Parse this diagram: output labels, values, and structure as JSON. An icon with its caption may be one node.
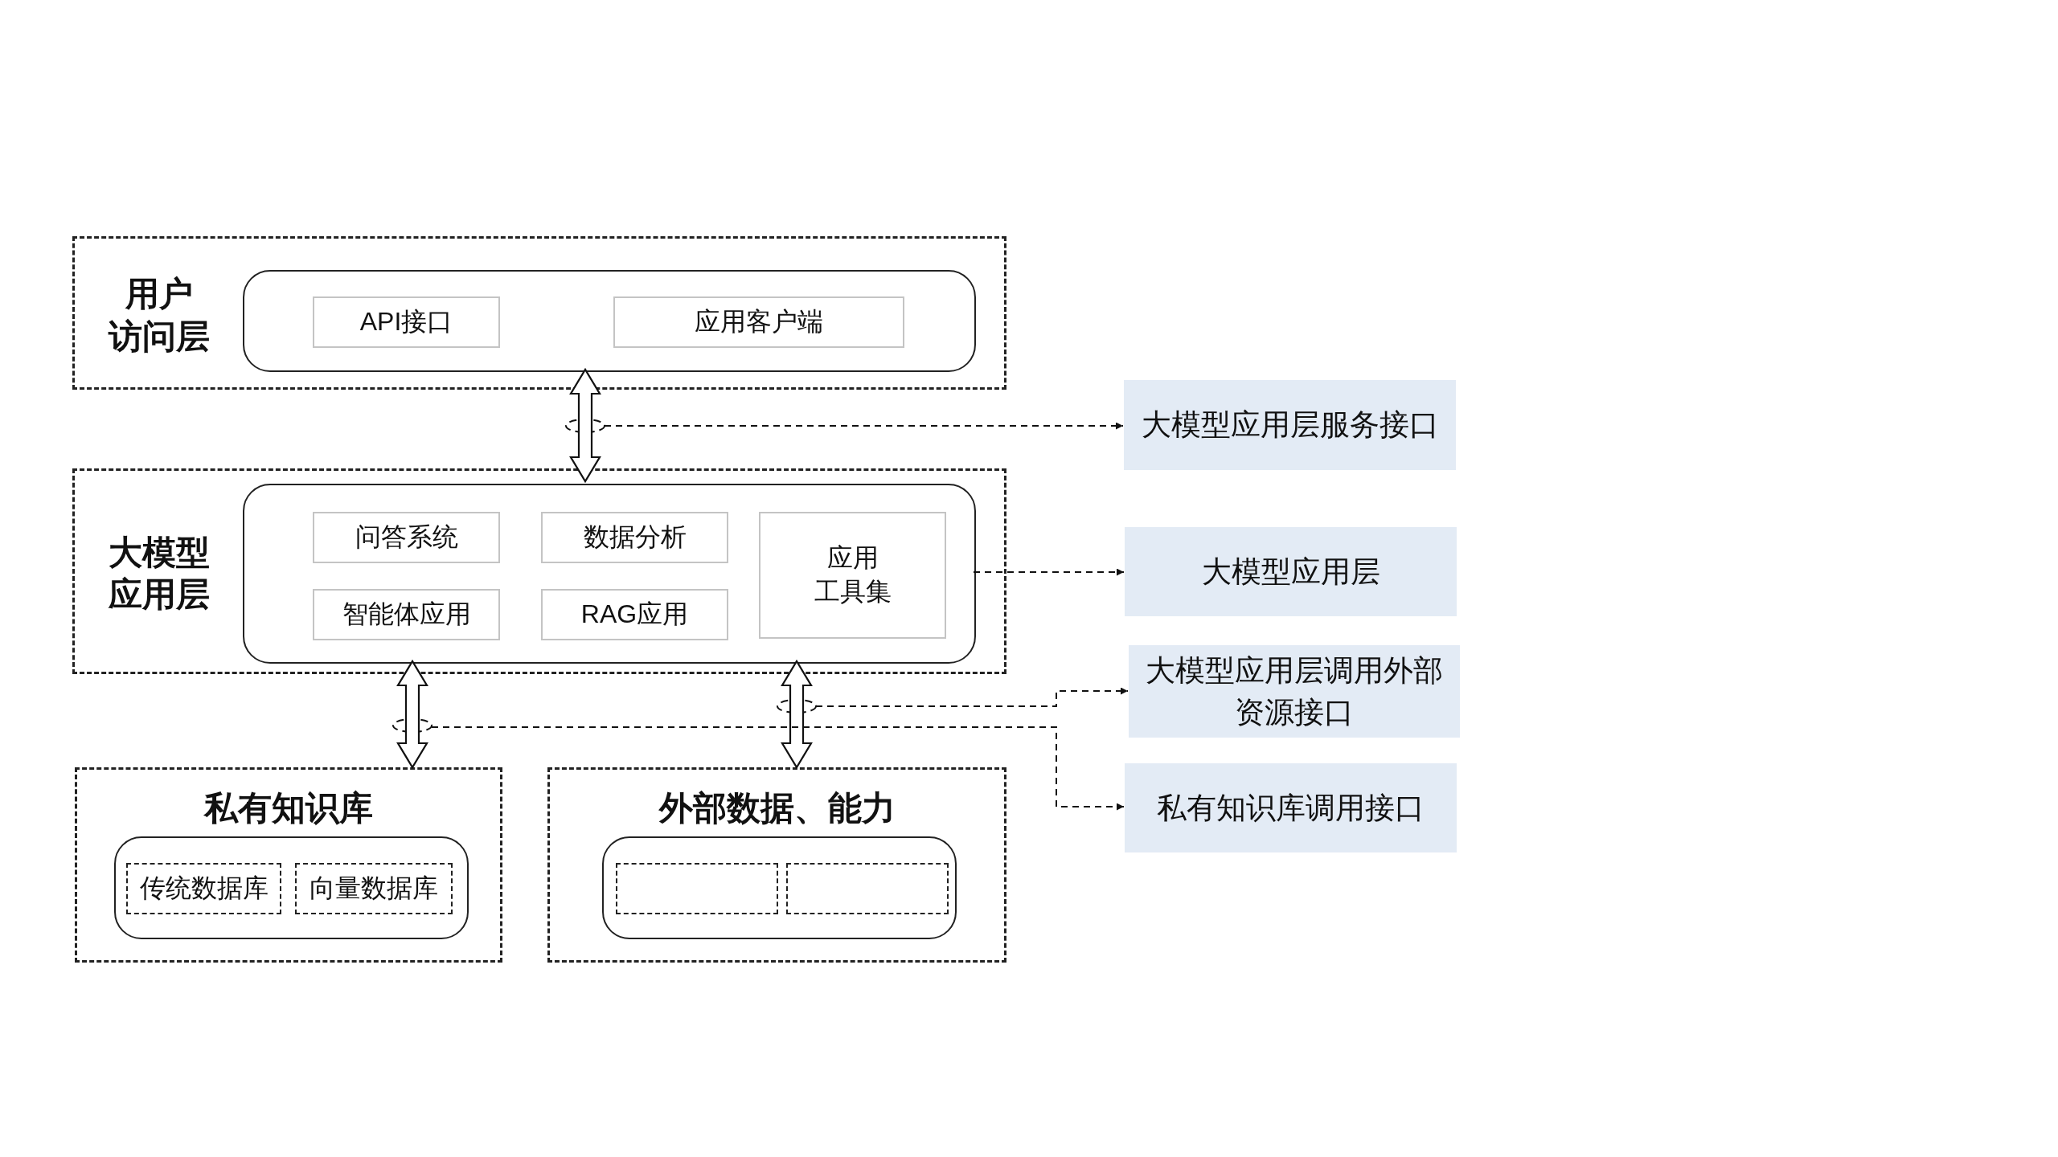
{
  "diagram": {
    "nodes": [
      {
        "text": [
          "用户访问层"
        ]
      },
      {
        "text": [],
        "shape": "box",
        "in": 0
      },
      {
        "text": [
          "API接口"
        ],
        "in": 1
      },
      {
        "text": [
          "应用客户端"
        ],
        "in": 1
      },
      {
        "text": [
          "大模型应用层"
        ]
      },
      {
        "text": [],
        "shape": "box",
        "in": 4
      },
      {
        "text": [
          "问答系统"
        ],
        "in": 5
      },
      {
        "text": [
          "数据分析"
        ],
        "in": 5
      },
      {
        "text": [
          "应用工具集"
        ],
        "in": 5
      },
      {
        "text": [
          "智能体应用"
        ],
        "in": 5
      },
      {
        "text": [
          "RAG应用"
        ],
        "in": 5
      },
      {
        "text": [
          "私有知识库"
        ]
      },
      {
        "text": [],
        "shape": "box",
        "in": 11
      },
      {
        "text": [
          "传统数据库"
        ],
        "in": 12
      },
      {
        "text": [
          "向量数据库"
        ],
        "in": 12
      },
      {
        "text": [
          "外部数据、能力"
        ]
      },
      {
        "text": [],
        "shape": "box",
        "in": 15
      },
      {
        "text": [],
        "shape": "box",
        "in": 16
      },
      {
        "text": [],
        "shape": "box",
        "in": 16
      },
      {
        "text": [
          "大模型应用层服务接口"
        ]
      },
      {
        "text": [
          "大模型应用层"
        ]
      },
      {
        "text": [
          "大模型应用层调用外部资源接口"
        ]
      },
      {
        "text": [
          "私有知识库调用接口"
        ]
      }
    ],
    "edges": [
      {
        "from": 1,
        "to": 5,
        "arrow": "both"
      },
      {
        "from": 5,
        "to": 11,
        "arrow": "both"
      },
      {
        "from": 5,
        "to": 15,
        "arrow": "both"
      },
      {
        "from": null,
        "to": 19,
        "arrow": "to",
        "style": "dashed"
      },
      {
        "from": 5,
        "to": 20,
        "arrow": "to",
        "style": "dashed"
      },
      {
        "from": null,
        "to": 21,
        "arrow": "to",
        "style": "dashed"
      },
      {
        "from": null,
        "to": 22,
        "arrow": "to",
        "style": "dashed"
      }
    ]
  }
}
